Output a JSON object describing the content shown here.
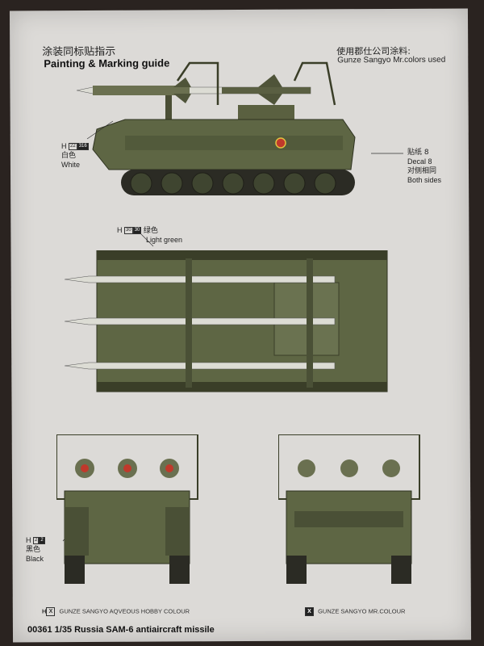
{
  "header": {
    "title_cn": "涂装同标贴指示",
    "title_en": "Painting & Marking guide",
    "paints_cn": "使用郡仕公司涂料:",
    "paints_en": "Gunze Sangyo Mr.colors used"
  },
  "callouts": {
    "white": {
      "code_prefix": "H",
      "code1": "22",
      "code2": "316",
      "cn": "白色",
      "en": "White"
    },
    "decal": {
      "cn": "贴纸 8",
      "en": "Decal 8",
      "cn2": "对侧相同",
      "en2": "Both sides"
    },
    "green": {
      "code_prefix": "H",
      "code1": "30",
      "code2": "30",
      "cn": "绿色",
      "en": "Light green"
    },
    "black": {
      "code_prefix": "H",
      "code1": "2",
      "code2": "2",
      "cn": "黑色",
      "en": "Black"
    }
  },
  "legend": {
    "aqueous_mark": "H",
    "aqueous_x": "X",
    "aqueous_text": "GUNZE SANGYO AQVEOUS HOBBY COLOUR",
    "mr_mark": "X",
    "mr_text": "GUNZE SANGYO MR.COLOUR"
  },
  "footer": {
    "text": "00361  1/35  Russia SAM-6 antiaircraft missile"
  },
  "colors": {
    "vehicle_green": "#5e6644",
    "vehicle_dark": "#3e432c",
    "missile_white": "#dcdcd4",
    "sheet": "#dcdad7"
  }
}
